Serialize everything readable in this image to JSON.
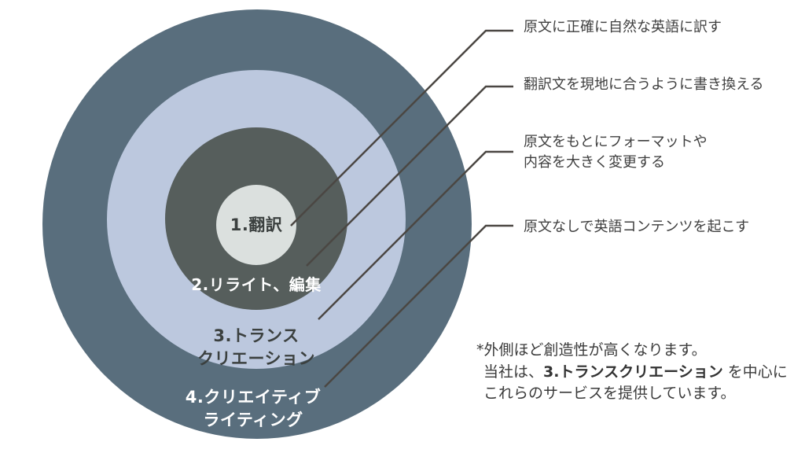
{
  "diagram": {
    "rings": {
      "r1": {
        "label": "1.翻訳",
        "color": "#dbe0de",
        "text_color": "#3b403f"
      },
      "r2": {
        "label": "2.リライト、編集",
        "color": "#565e5c",
        "text_color": "#ffffff"
      },
      "r3": {
        "label_line1": "3.トランス",
        "label_line2": "クリエーション",
        "color": "#bcc8de",
        "text_color": "#3b403f"
      },
      "r4": {
        "label_line1": "4.クリエイティブ",
        "label_line2": "ライティング",
        "color": "#596e7d",
        "text_color": "#ffffff"
      }
    },
    "leader_line_color": "#4b4743"
  },
  "annotations": {
    "a1": {
      "text": "原文に正確に自然な英語に訳す"
    },
    "a2": {
      "text": "翻訳文を現地に合うように書き換える"
    },
    "a3": {
      "text_line1": "原文をもとにフォーマットや",
      "text_line2": "内容を大きく変更する"
    },
    "a4": {
      "text": "原文なしで英語コンテンツを起こす"
    }
  },
  "footnote": {
    "line1": "*外側ほど創造性が高くなります。",
    "line2_prefix": "当社は、",
    "line2_bold": "3.トランスクリエーション",
    "line2_suffix": " を中心に",
    "line3": "これらのサービスを提供しています。"
  }
}
